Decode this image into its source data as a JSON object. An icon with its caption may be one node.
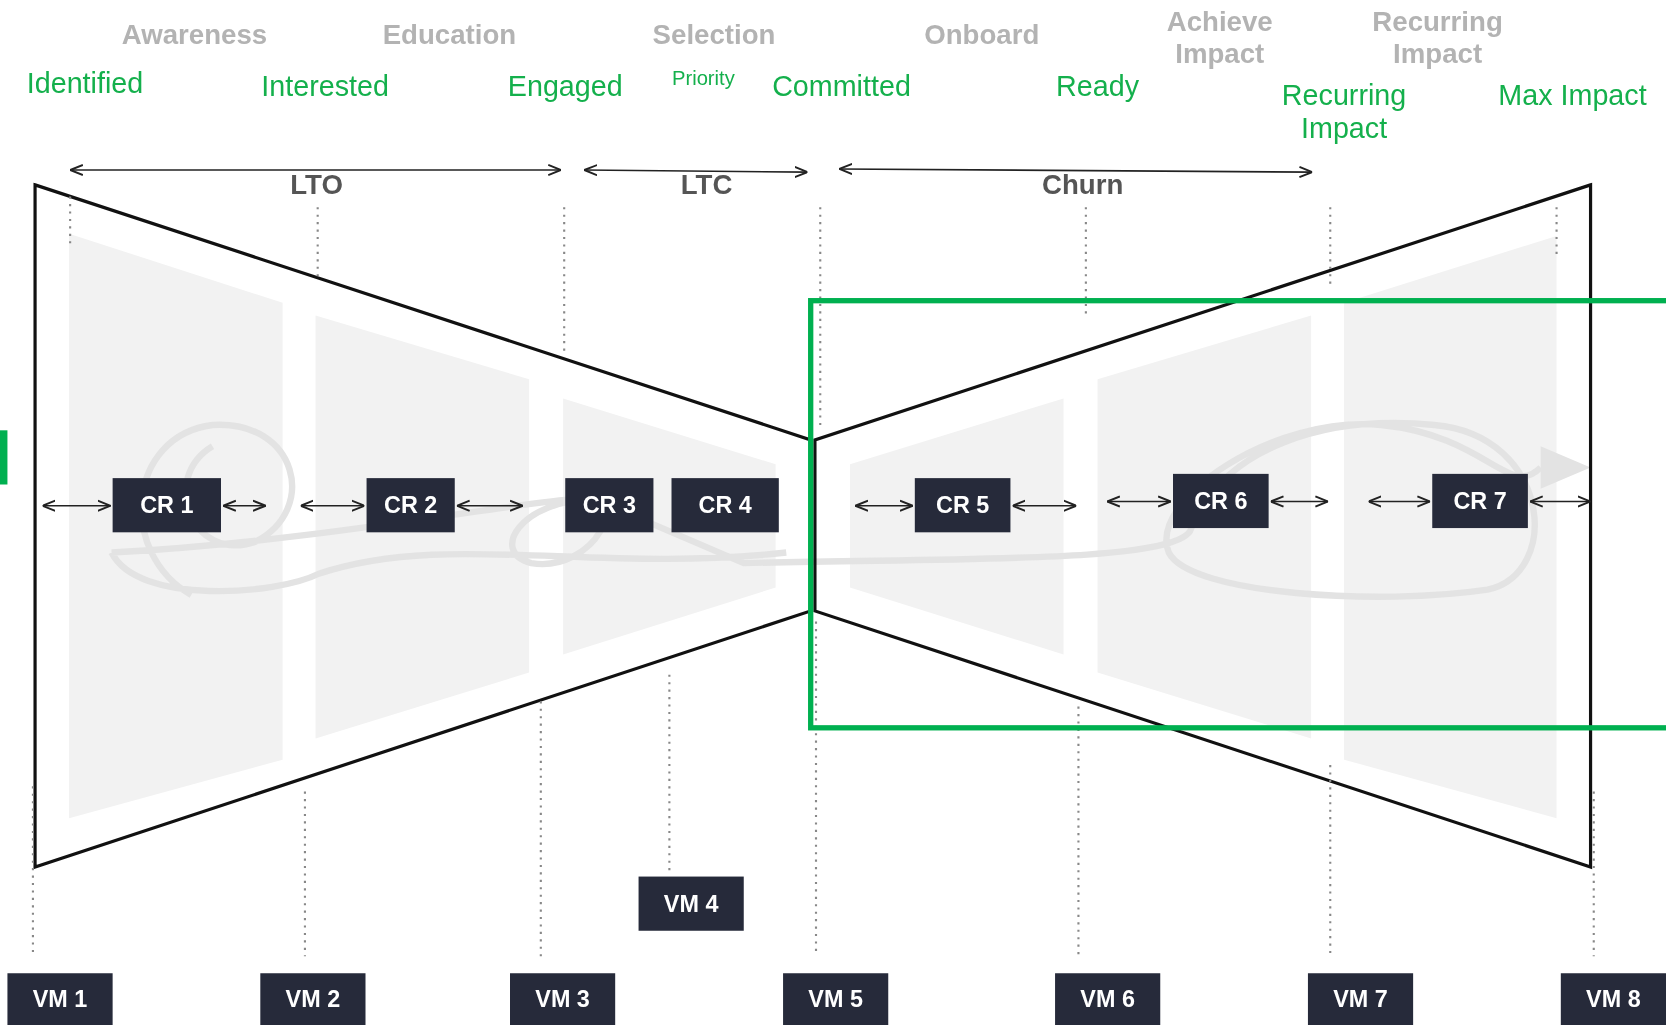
{
  "diagram": {
    "nodes": [
      {
        "text": [
          "CR 1"
        ]
      },
      {
        "text": [
          "CR 2"
        ]
      },
      {
        "text": [
          "CR 3"
        ]
      },
      {
        "text": [
          "CR 4"
        ]
      },
      {
        "text": [
          "CR 5"
        ]
      },
      {
        "text": [
          "CR 6"
        ]
      },
      {
        "text": [
          "CR 7"
        ]
      },
      {
        "text": [
          "VM 4"
        ]
      },
      {
        "text": [
          "VM 1"
        ]
      },
      {
        "text": [
          "VM 2"
        ]
      },
      {
        "text": [
          "VM 3"
        ]
      },
      {
        "text": [
          "VM 5"
        ]
      },
      {
        "text": [
          "VM 6"
        ]
      },
      {
        "text": [
          "VM 7"
        ]
      },
      {
        "text": [
          "VM 8"
        ]
      }
    ],
    "labels": [
      "Awareness",
      "Education",
      "Selection",
      "Onboard",
      "Achieve Impact",
      "Recurring Impact",
      "Identified",
      "Interested",
      "Engaged",
      "Priority",
      "Committed",
      "Ready",
      "Recurring Impact",
      "Max Impact",
      "LTO",
      "LTC",
      "Churn"
    ]
  }
}
